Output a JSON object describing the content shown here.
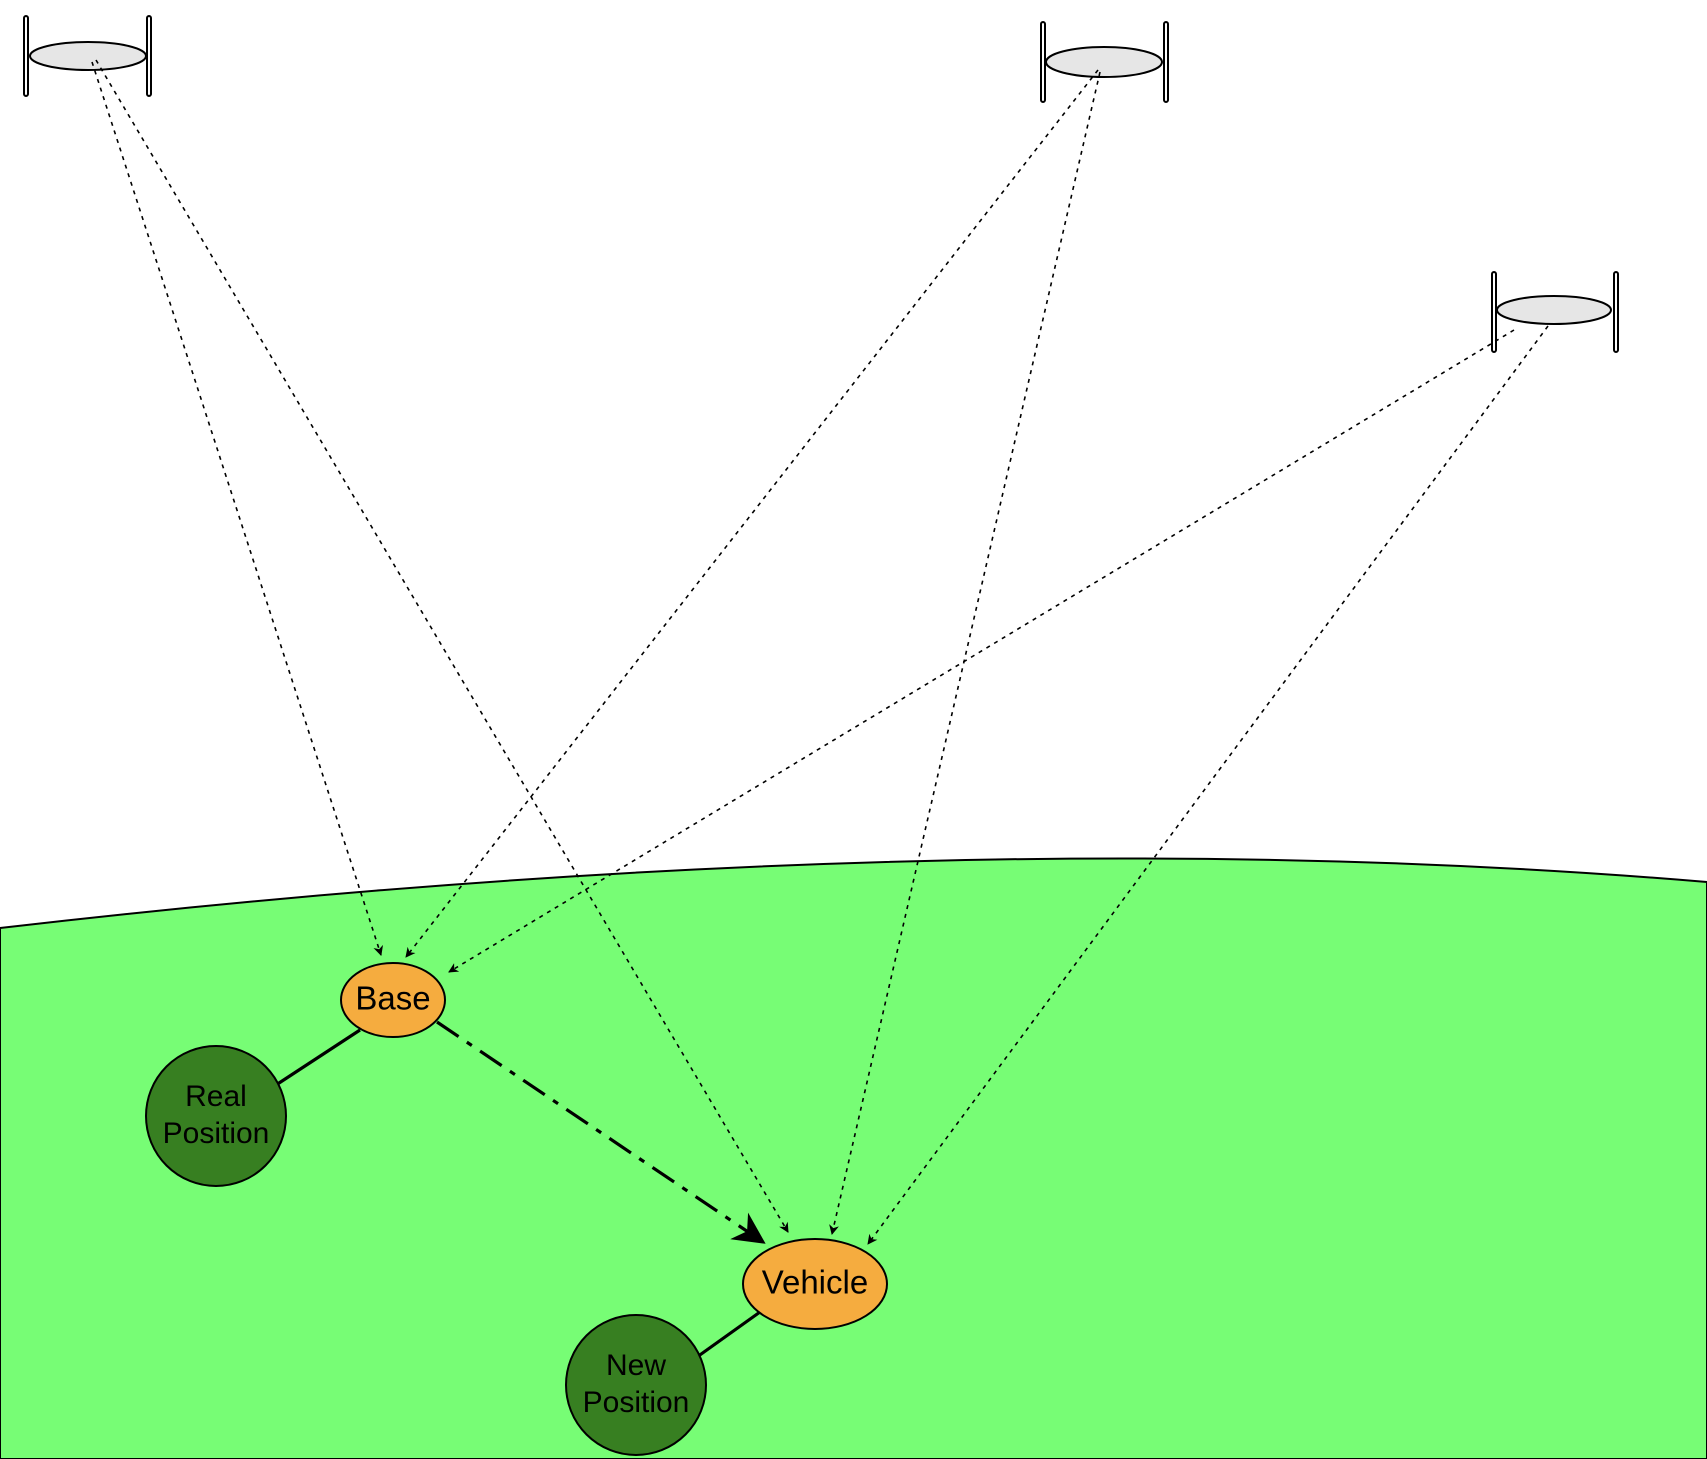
{
  "nodes": {
    "base": {
      "label": "Base"
    },
    "vehicle": {
      "label": "Vehicle"
    },
    "real_position": {
      "line1": "Real",
      "line2": "Position"
    },
    "new_position": {
      "line1": "New",
      "line2": "Position"
    }
  },
  "satellites": [
    {
      "id": "satellite-1"
    },
    {
      "id": "satellite-2"
    },
    {
      "id": "satellite-3"
    }
  ],
  "colors": {
    "ground": "#77fd75",
    "node_fill": "#f5ac3f",
    "position_fill": "#377f21",
    "satellite_fill": "#e6e6e6"
  }
}
